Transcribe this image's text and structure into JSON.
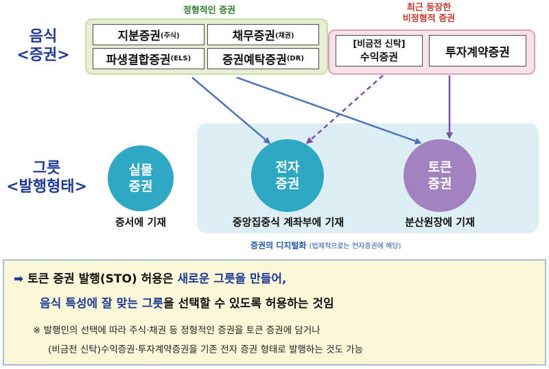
{
  "rows": {
    "content_label": "음식\n<증권>",
    "container_label": "그릇\n<발행형태>"
  },
  "formal_group": {
    "title": "정형적인 증권",
    "boxes": [
      {
        "main": "지분증권",
        "small": "(주식)"
      },
      {
        "main": "채무증권",
        "small": "(채권)"
      },
      {
        "main": "파생결합증권",
        "small": "(ELS)"
      },
      {
        "main": "증권예탁증권",
        "small": "(DR)"
      }
    ]
  },
  "informal_group": {
    "title": "최근 등장한\n비정형적 증권",
    "boxes": [
      {
        "line1": "[비금전 신탁]",
        "line2": "수익증권"
      },
      {
        "main": "투자계약증권"
      }
    ]
  },
  "circles": [
    {
      "text": "실물\n증권",
      "caption": "증서에 기재"
    },
    {
      "text": "전자\n증권",
      "caption": "중앙집중식 계좌부에 기재"
    },
    {
      "text": "토큰\n증권",
      "caption": "분산원장에 기재"
    }
  ],
  "digital": {
    "label": "증권의 디지털화",
    "note": "(법제적으로는 전자증권에 해당)"
  },
  "summary": {
    "arrow": "➡",
    "line1_a": "토큰 증권 발행(STO) 허용은 ",
    "line1_b": "새로운 그릇을 만들어,",
    "line2_a": "음식 특성에 잘 맞는 그릇",
    "line2_b": "을 선택할 수 있도록 허용하는 것임",
    "note1": "※ 발행인의 선택에 따라 주식·채권 등 정형적인 증권을 토큰 증권에 담거나",
    "note2": "(비금전 신탁)수익증권·투자계약증권을 기존 전자 증권 형태로 발행하는 것도 가능"
  },
  "colors": {
    "row_label": "#1f3a93",
    "formal_panel": "#e6efd3",
    "informal_panel": "#f7e4ea",
    "digital_panel": "#ddeef4",
    "circle_teal": "#2ea8c3",
    "circle_purple": "#a383bf",
    "arrow_blue": "#4a72b8",
    "arrow_purple": "#7a4fa8"
  }
}
